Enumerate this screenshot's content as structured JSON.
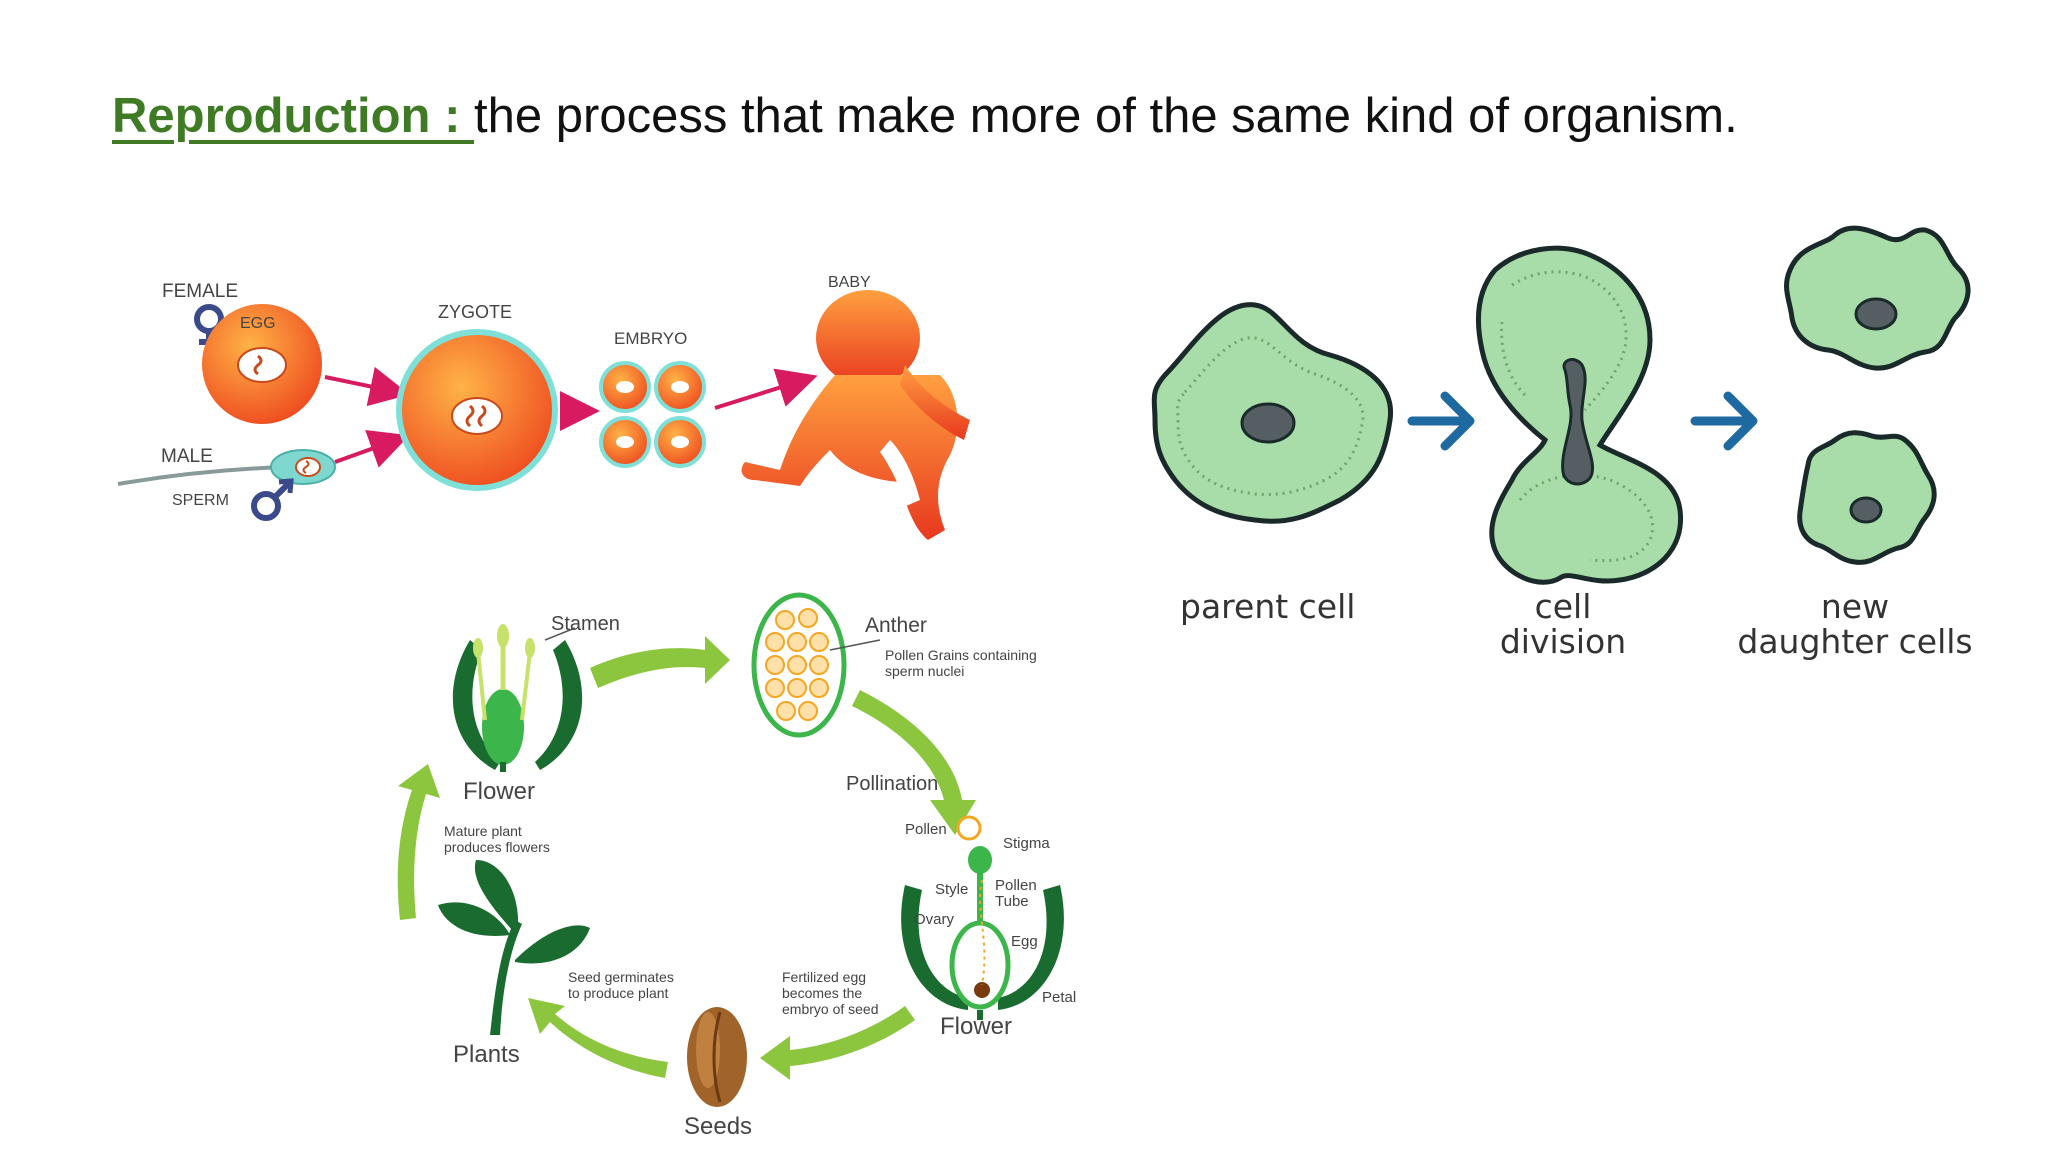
{
  "heading": {
    "term": "Reproduction : ",
    "definition": "the process that make more of the same kind of organism."
  },
  "human_reproduction": {
    "female": "FEMALE",
    "egg": "EGG",
    "male": "MALE",
    "sperm": "SPERM",
    "zygote": "ZYGOTE",
    "embryo": "EMBRYO",
    "baby": "BABY"
  },
  "cell_division": {
    "parent_cell": "parent cell",
    "cell_division_line1": "cell",
    "cell_division_line2": "division",
    "new_cells_line1": "new",
    "new_cells_line2": "daughter cells"
  },
  "plant_life_cycle": {
    "stamen": "Stamen",
    "flower_left": "Flower",
    "anther": "Anther",
    "pollen_grains_line1": "Pollen Grains containing",
    "pollen_grains_line2": "sperm nuclei",
    "pollination": "Pollination",
    "pollen": "Pollen",
    "stigma": "Stigma",
    "style": "Style",
    "pollen_tube_line1": "Pollen",
    "pollen_tube_line2": "Tube",
    "ovary": "Ovary",
    "egg": "Egg",
    "petal": "Petal",
    "flower_right": "Flower",
    "fertilized_line1": "Fertilized egg",
    "fertilized_line2": "becomes the",
    "fertilized_line3": "embryo of seed",
    "seeds": "Seeds",
    "germinates_line1": "Seed germinates",
    "germinates_line2": "to produce plant",
    "plants": "Plants",
    "mature_line1": "Mature plant",
    "mature_line2": "produces flowers"
  },
  "colors": {
    "term": "#3f7a24",
    "cell_fill": "#a8dca8",
    "cell_outline": "#1a2a2a",
    "arrow_blue": "#1e6aa0",
    "cycle_green": "#8cc63f",
    "plant_dark_green": "#1a6b2f",
    "egg_orange": "#f2622a",
    "arrow_magenta": "#d81b60"
  }
}
